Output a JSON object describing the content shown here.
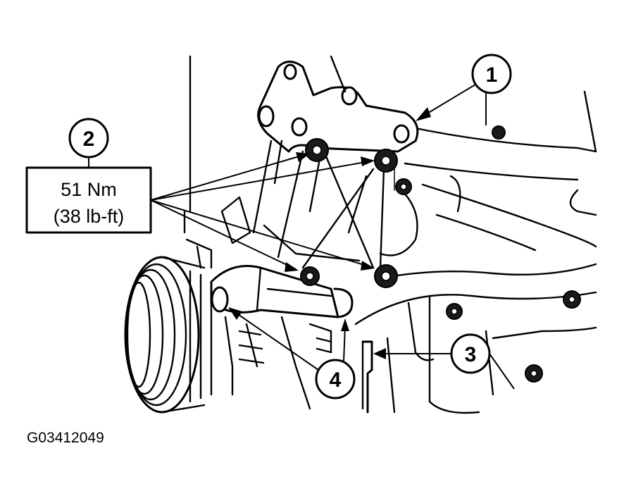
{
  "callouts": [
    {
      "number": "1"
    },
    {
      "number": "2"
    },
    {
      "number": "3"
    },
    {
      "number": "4"
    }
  ],
  "torque_spec": {
    "metric": "51 Nm",
    "imperial": "(38 lb-ft)"
  },
  "figure_id": "G03412049"
}
